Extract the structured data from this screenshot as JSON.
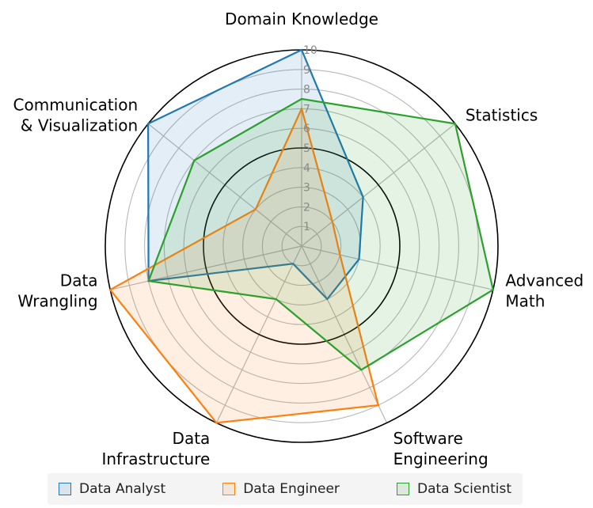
{
  "chart_data": {
    "type": "radar",
    "axes": [
      "Domain Knowledge",
      "Statistics",
      "Advanced Math",
      "Software Engineering",
      "Data Infrastructure",
      "Data Wrangling",
      "Communication & Visualization"
    ],
    "axis_label_lines": [
      [
        "Domain Knowledge"
      ],
      [
        "Statistics"
      ],
      [
        "Advanced",
        "Math"
      ],
      [
        "Software",
        "Engineering"
      ],
      [
        "Data",
        "Infrastructure"
      ],
      [
        "Data",
        "Wrangling"
      ],
      [
        "Communication",
        "& Visualization"
      ]
    ],
    "rlim": [
      0,
      10
    ],
    "ticks": [
      1,
      2,
      3,
      4,
      5,
      6,
      7,
      8,
      9,
      10
    ],
    "series": [
      {
        "name": "Data Analyst",
        "color": "#1f77b4",
        "values": [
          10,
          4,
          3,
          3,
          1,
          8,
          10
        ]
      },
      {
        "name": "Data Engineer",
        "color": "#ff7f0e",
        "values": [
          7,
          2,
          2,
          9,
          10,
          10,
          3
        ]
      },
      {
        "name": "Data Scientist",
        "color": "#2ca02c",
        "values": [
          7.5,
          10,
          10,
          7,
          3,
          8,
          7
        ]
      }
    ],
    "grid": true,
    "legend_position": "bottom"
  }
}
